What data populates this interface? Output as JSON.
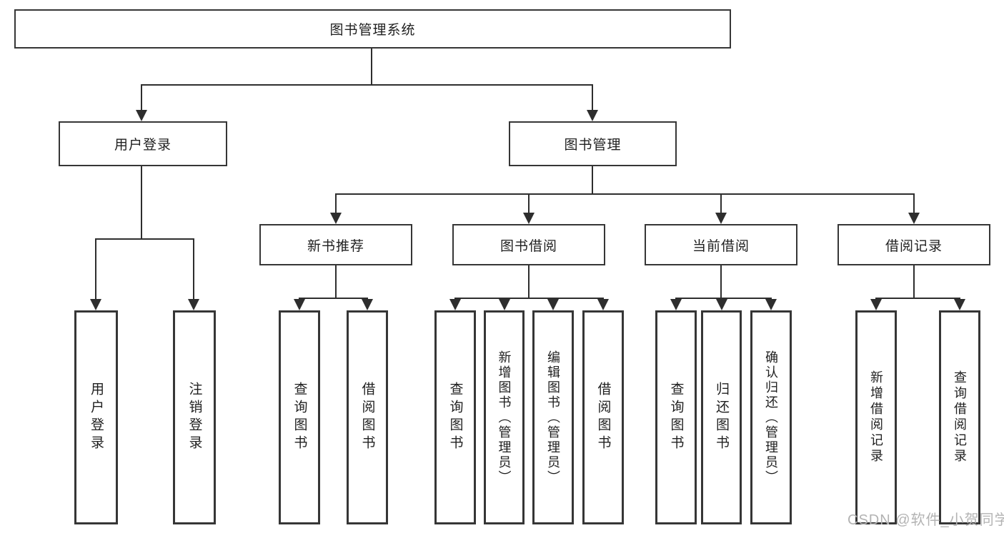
{
  "diagram": {
    "title": "图书管理系统",
    "branches": [
      {
        "label": "用户登录",
        "children": [
          {
            "label": "用户登录"
          },
          {
            "label": "注销登录"
          }
        ]
      },
      {
        "label": "图书管理",
        "children": [
          {
            "label": "新书推荐",
            "children": [
              {
                "label": "查询图书"
              },
              {
                "label": "借阅图书"
              }
            ]
          },
          {
            "label": "图书借阅",
            "children": [
              {
                "label": "查询图书"
              },
              {
                "label": "新增图书（管理员）"
              },
              {
                "label": "编辑图书（管理员）"
              },
              {
                "label": "借阅图书"
              }
            ]
          },
          {
            "label": "当前借阅",
            "children": [
              {
                "label": "查询图书"
              },
              {
                "label": "归还图书"
              },
              {
                "label": "确认归还（管理员）"
              }
            ]
          },
          {
            "label": "借阅记录",
            "children": [
              {
                "label": "新增借阅记录"
              },
              {
                "label": "查询借阅记录"
              }
            ]
          }
        ]
      }
    ]
  },
  "watermark": {
    "text": "CSDN @软件_小贺同学"
  },
  "colors": {
    "line": "#2e2e2e",
    "border": "#363636",
    "text": "#1f1f1f",
    "watermark": "#b3b3b3",
    "background": "#ffffff"
  }
}
